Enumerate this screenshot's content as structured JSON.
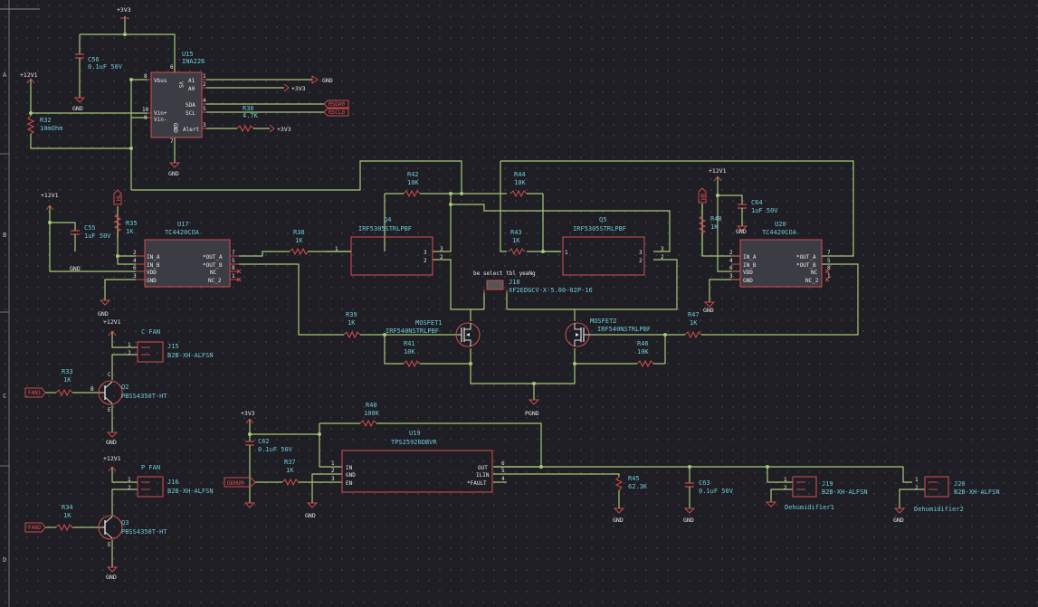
{
  "border_rows": [
    "A",
    "B",
    "C",
    "D"
  ],
  "power": {
    "v3_3": "+3V3",
    "v12": "+12V1",
    "gnd": "GND",
    "pgnd": "PGND"
  },
  "u15": {
    "ref": "U15",
    "value": "INA226",
    "pins": {
      "vbus": "Vbus",
      "a1": "A1",
      "a0": "A0",
      "sda": "SDA",
      "scl": "SCL",
      "alert": "Alert",
      "vinp": "Vin+",
      "vinm": "Vin-",
      "vs": "VS",
      "gnd": "GND"
    },
    "nums": {
      "vbus": "8",
      "a1": "1",
      "a0": "2",
      "sda": "4",
      "scl": "5",
      "alert": "3",
      "vinp": "10",
      "vinm": "9",
      "vs": "6",
      "gnd": "7"
    }
  },
  "c56": {
    "ref": "C56",
    "value": "0.1uF 50V"
  },
  "r32": {
    "ref": "R32",
    "value": "10mOhm"
  },
  "r36": {
    "ref": "R36",
    "value": "4.7K"
  },
  "labels": {
    "sda": "RSDA0",
    "scl": "RSCL0",
    "fan1": "FAN1",
    "fan2": "FAN2",
    "dehum": "DEHUM",
    "hl": "HL",
    "hr": "HR"
  },
  "u17": {
    "ref": "U17",
    "value": "TC4420COA",
    "pins": {
      "ina": "IN_A",
      "inb": "IN_B",
      "vdd": "VDD",
      "gnd": "GND",
      "outa": "*OUT_A",
      "outb": "*OUT_B",
      "nc": "NC",
      "nc2": "NC_2"
    },
    "nums": {
      "ina": "2",
      "inb": "4",
      "vdd": "6",
      "gnd": "3",
      "outa": "7",
      "outb": "5",
      "nc": "8",
      "nc2": "1"
    }
  },
  "u20": {
    "ref": "U20",
    "value": "TC4420COA",
    "pins": {
      "ina": "IN_A",
      "inb": "IN_B",
      "vdd": "VDD",
      "gnd": "GND",
      "outa": "*OUT_A",
      "outb": "*OUT_B",
      "nc": "NC",
      "nc2": "NC_2"
    },
    "nums": {
      "ina": "2",
      "inb": "4",
      "vdd": "6",
      "gnd": "3",
      "outa": "7",
      "outb": "5",
      "nc": "8",
      "nc2": "1"
    }
  },
  "c55": {
    "ref": "C55",
    "value": "1uF 50V"
  },
  "c64": {
    "ref": "C64",
    "value": "1uF 50V"
  },
  "r35": {
    "ref": "R35",
    "value": "1K"
  },
  "r48": {
    "ref": "R48",
    "value": "1K"
  },
  "r38": {
    "ref": "R38",
    "value": "1K"
  },
  "r42": {
    "ref": "R42",
    "value": "10K"
  },
  "r44": {
    "ref": "R44",
    "value": "10K"
  },
  "r43": {
    "ref": "R43",
    "value": "1K"
  },
  "q4": {
    "ref": "Q4",
    "value": "IRF5305STRLPBF"
  },
  "q5": {
    "ref": "Q5",
    "value": "IRF5305STRLPBF"
  },
  "j18": {
    "ref": "J18",
    "value": "XF2EDGCV-X-5.00-02P-16",
    "note": "be select tbl yeaNg"
  },
  "mosfet1": {
    "ref": "MOSFET1",
    "value": "IRF540NSTRLPBF"
  },
  "mosfet2": {
    "ref": "MOSFET2",
    "value": "IRF540NSTRLPBF"
  },
  "r39": {
    "ref": "R39",
    "value": "1K"
  },
  "r41": {
    "ref": "R41",
    "value": "10K"
  },
  "r46": {
    "ref": "R46",
    "value": "10K"
  },
  "r47": {
    "ref": "R47",
    "value": "1K"
  },
  "j15": {
    "ref": "J15",
    "value": "B2B-XH-ALFSN",
    "title": "C FAN"
  },
  "j16": {
    "ref": "J16",
    "value": "B2B-XH-ALFSN",
    "title": "P FAN"
  },
  "q2": {
    "ref": "Q2",
    "value": "PBSS4350T-HT"
  },
  "q3": {
    "ref": "Q3",
    "value": "PBSS4350T-HT"
  },
  "r33": {
    "ref": "R33",
    "value": "1K"
  },
  "r34": {
    "ref": "R34",
    "value": "1K"
  },
  "bce": {
    "b": "B",
    "c": "C",
    "e": "E"
  },
  "r40": {
    "ref": "R40",
    "value": "100K"
  },
  "r37": {
    "ref": "R37",
    "value": "1K"
  },
  "c62": {
    "ref": "C62",
    "value": "0.1uF 50V"
  },
  "u19": {
    "ref": "U19",
    "value": "TPS25920DBVR",
    "pins": {
      "in": "IN",
      "gnd": "GND",
      "en": "EN",
      "out": "OUT",
      "ilin": "ILIN",
      "fault": "*FAULT"
    },
    "nums": {
      "in": "1",
      "gnd": "2",
      "en": "3",
      "out": "6",
      "ilin": "5",
      "fault": "4"
    }
  },
  "r45": {
    "ref": "R45",
    "value": "62.3K"
  },
  "c63": {
    "ref": "C63",
    "value": "0.1uF 50V"
  },
  "j19": {
    "ref": "J19",
    "value": "B2B-XH-ALFSN",
    "title": "Dehumidifier1"
  },
  "j20": {
    "ref": "J20",
    "value": "B2B-XH-ALFSN",
    "title": "Dehumidifier2"
  },
  "pin_nums": {
    "one": "1",
    "two": "2",
    "three": "3"
  }
}
